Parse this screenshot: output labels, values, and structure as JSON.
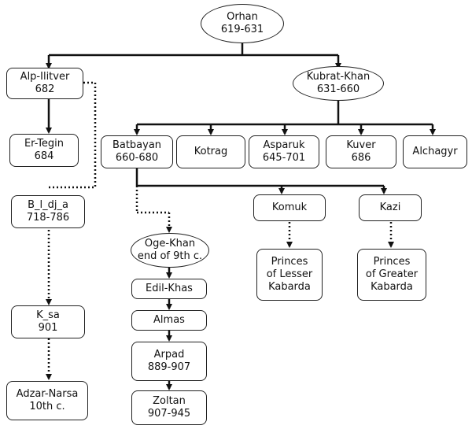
{
  "nodes": {
    "orhan": {
      "name": "Orhan",
      "years": "619-631"
    },
    "alp_ilitver": {
      "name": "Alp-Ilitver",
      "years": "682"
    },
    "kubrat_khan": {
      "name": "Kubrat-Khan",
      "years": "631-660"
    },
    "er_tegin": {
      "name": "Er-Tegin",
      "years": "684"
    },
    "batbayan": {
      "name": "Batbayan",
      "years": "660-680"
    },
    "kotrag": {
      "name": "Kotrag"
    },
    "asparuk": {
      "name": "Asparuk",
      "years": "645-701"
    },
    "kuver": {
      "name": "Kuver",
      "years": "686"
    },
    "alchagyr": {
      "name": "Alchagyr"
    },
    "b_l_dj_a": {
      "name": "B_l_dj_a",
      "years": "718-786"
    },
    "komuk": {
      "name": "Komuk"
    },
    "kazi": {
      "name": "Kazi"
    },
    "oge_khan": {
      "name": "Oge-Khan",
      "years": "end of 9th c."
    },
    "princes_lesser": {
      "line1": "Princes",
      "line2": "of Lesser",
      "line3": "Kabarda"
    },
    "princes_greater": {
      "line1": "Princes",
      "line2": "of Greater",
      "line3": "Kabarda"
    },
    "edil_khas": {
      "name": "Edil-Khas"
    },
    "almas": {
      "name": "Almas"
    },
    "arpad": {
      "name": "Arpad",
      "years": "889-907"
    },
    "k_sa": {
      "name": "K_sa",
      "years": "901"
    },
    "adzar_narsa": {
      "name": "Adzar-Narsa",
      "years": "10th c."
    },
    "zoltan": {
      "name": "Zoltan",
      "years": "907-945"
    }
  },
  "colors": {
    "line": "#111111",
    "border": "#222222"
  }
}
